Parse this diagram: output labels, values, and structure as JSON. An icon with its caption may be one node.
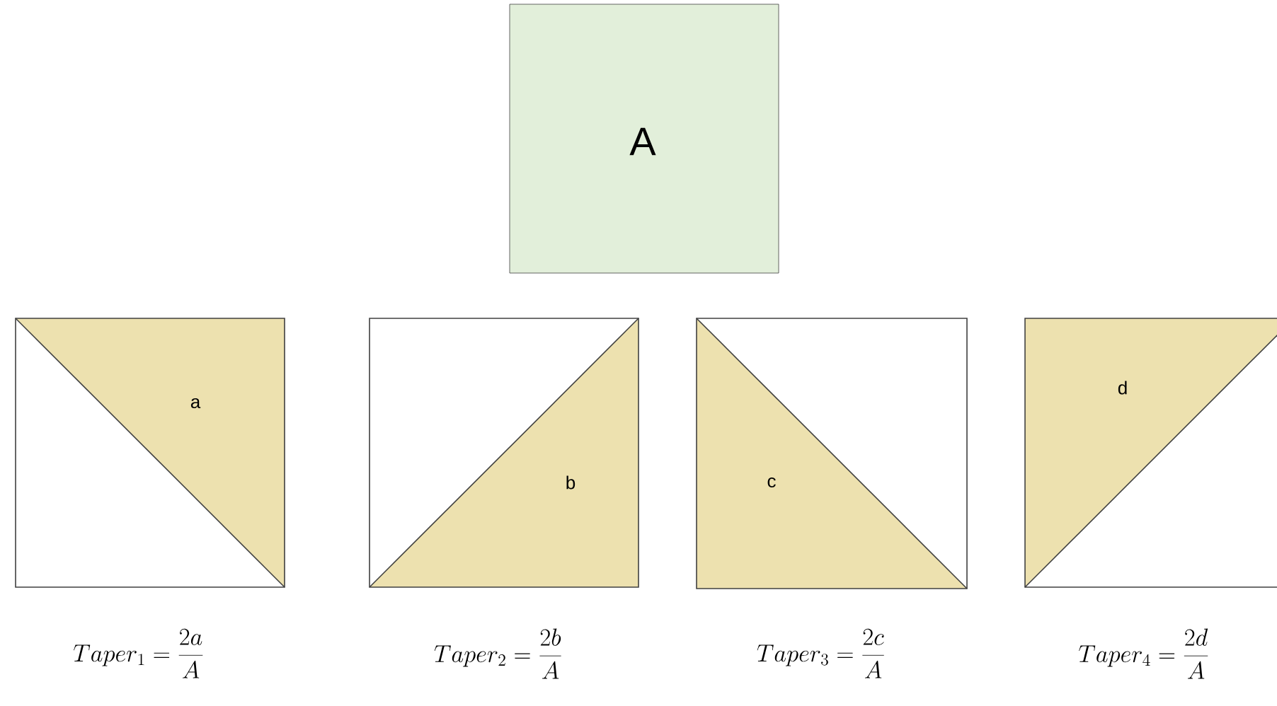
{
  "diagram": {
    "nodes": [
      {
        "text": [
          "A"
        ]
      },
      {
        "text": [
          "a"
        ]
      },
      {
        "text": [
          "b"
        ]
      },
      {
        "text": [
          "c"
        ]
      },
      {
        "text": [
          "d"
        ]
      }
    ],
    "labels": [
      "Taper_1 = \\frac{2a}{A}",
      "Taper_2 = \\frac{2b}{A}",
      "Taper_3 = \\frac{2c}{A}",
      "Taper_4 = \\frac{2d}{A}"
    ]
  }
}
